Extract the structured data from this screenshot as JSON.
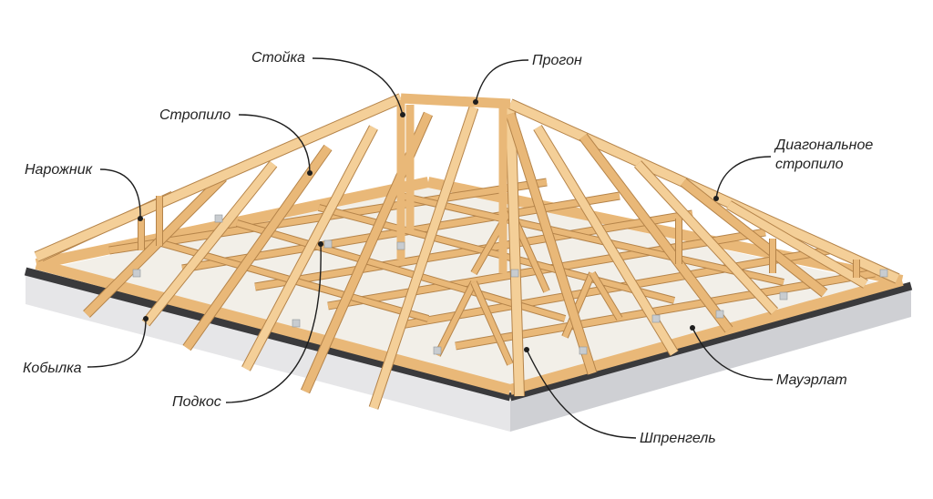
{
  "colors": {
    "timber": "#e9b878",
    "timber_light": "#f4cf98",
    "timber_edge": "#b5844a",
    "foundation": "#e6e6e8",
    "foundation_shade": "#cfd0d4",
    "waterproofing": "#3a3a3c",
    "plate_metal": "#c8ccd0",
    "label_text": "#222222",
    "leader_line": "#1e1e1e"
  },
  "labels": {
    "stoyka": "Стойка",
    "progon": "Прогон",
    "stropilo": "Стропило",
    "narozhnik": "Нарожник",
    "diagonalnoe_line1": "Диагональное",
    "diagonalnoe_line2": "стропило",
    "kobylka": "Кобылка",
    "podkos": "Подкос",
    "mauerlat": "Мауэрлат",
    "shprengel": "Шпренгель"
  }
}
